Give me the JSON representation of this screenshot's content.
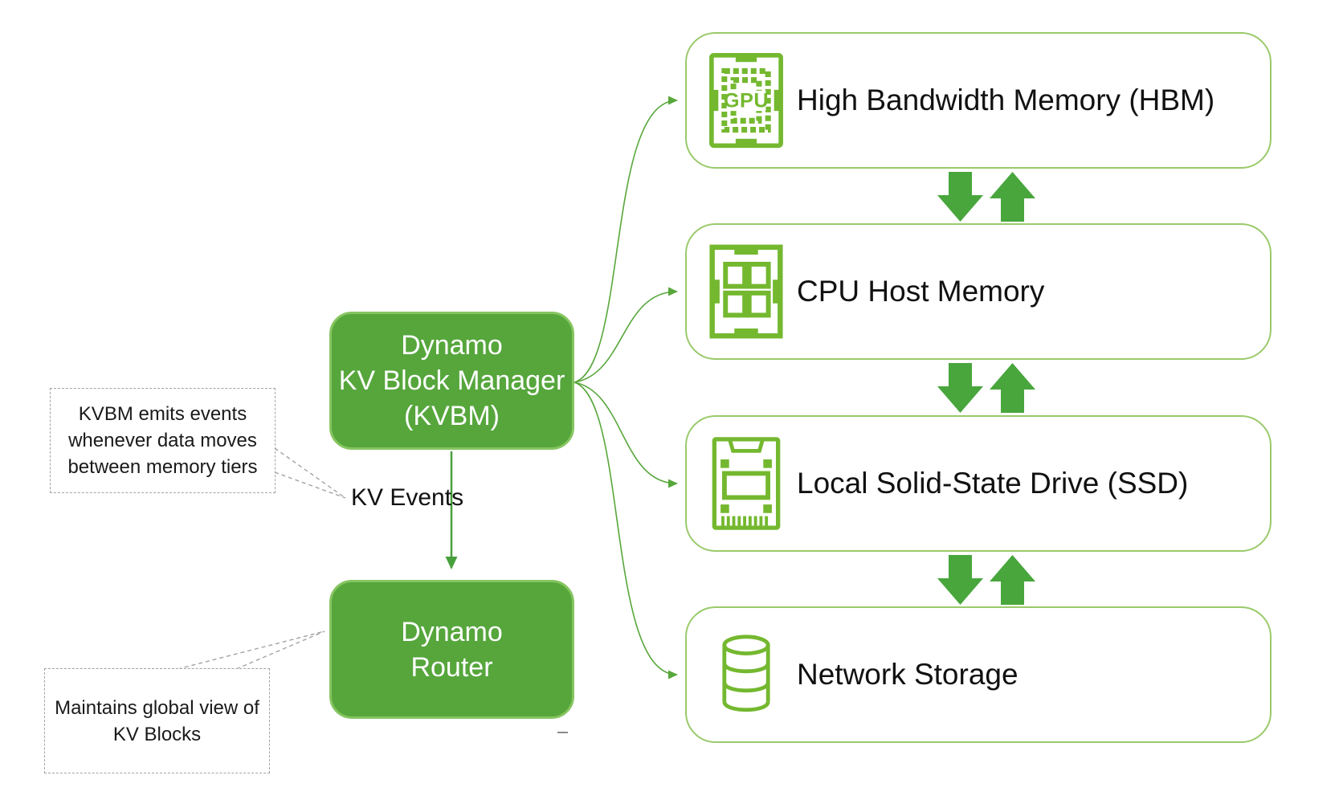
{
  "colors": {
    "node_green": "#56a63c",
    "node_green_rim": "#86c561",
    "tier_border_green": "#9aca6b",
    "icon_green": "#74b82f",
    "block_arrow_green": "#48a63c",
    "connector_green": "#58a73c",
    "callout_border_gray": "#a3a3a3",
    "text_black": "#111111",
    "text_white": "#ffffff"
  },
  "kvbm": {
    "lines": [
      "Dynamo",
      "KV Block Manager",
      "(KVBM)"
    ]
  },
  "router": {
    "lines": [
      "Dynamo",
      "Router"
    ]
  },
  "kv_events_label": "KV Events",
  "callout_events": {
    "lines": [
      "KVBM emits events",
      "whenever data moves",
      "between memory tiers"
    ]
  },
  "callout_router": {
    "lines": [
      "Maintains global view of",
      "KV Blocks"
    ]
  },
  "tiers": [
    {
      "icon": "gpu-chip-icon",
      "icon_text": "GPU",
      "label": "High Bandwidth Memory (HBM)"
    },
    {
      "icon": "cpu-chip-icon",
      "label": "CPU Host Memory"
    },
    {
      "icon": "ssd-drive-icon",
      "label": "Local Solid-State Drive (SSD)"
    },
    {
      "icon": "database-cylinder-icon",
      "label": "Network Storage"
    }
  ]
}
